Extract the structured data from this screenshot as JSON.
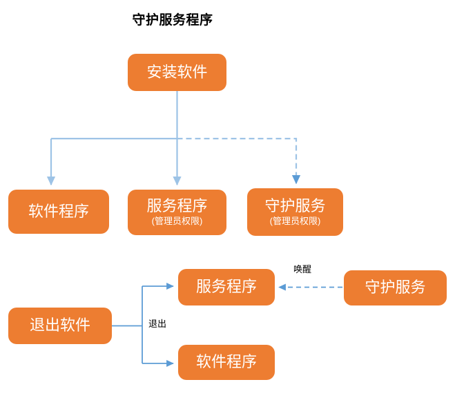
{
  "title": "守护服务程序",
  "colors": {
    "node_fill": "#ED7D31",
    "node_text": "#FFFFFF",
    "connector_light": "#9DC3E6",
    "connector_dark": "#5B9BD5",
    "background": "#FFFFFF",
    "title_text": "#000000"
  },
  "nodes": {
    "install": {
      "label": "安装软件",
      "sub": ""
    },
    "software_app": {
      "label": "软件程序",
      "sub": ""
    },
    "service_admin": {
      "label": "服务程序",
      "sub": "(管理员权限)"
    },
    "guard_admin": {
      "label": "守护服务",
      "sub": "(管理员权限)"
    },
    "exit_software": {
      "label": "退出软件",
      "sub": ""
    },
    "service_program": {
      "label": "服务程序",
      "sub": ""
    },
    "software_program": {
      "label": "软件程序",
      "sub": ""
    },
    "guard_service": {
      "label": "守护服务",
      "sub": ""
    }
  },
  "edge_labels": {
    "wake": "唤醒",
    "exit": "退出"
  },
  "edges": [
    {
      "from": "install",
      "to": "software_app",
      "style": "solid"
    },
    {
      "from": "install",
      "to": "service_admin",
      "style": "solid"
    },
    {
      "from": "install",
      "to": "guard_admin",
      "style": "dashed"
    },
    {
      "from": "exit_software",
      "to": "service_program",
      "style": "solid",
      "label": "退出"
    },
    {
      "from": "exit_software",
      "to": "software_program",
      "style": "solid",
      "label": "退出"
    },
    {
      "from": "guard_service",
      "to": "service_program",
      "style": "dashed",
      "label": "唤醒"
    }
  ]
}
